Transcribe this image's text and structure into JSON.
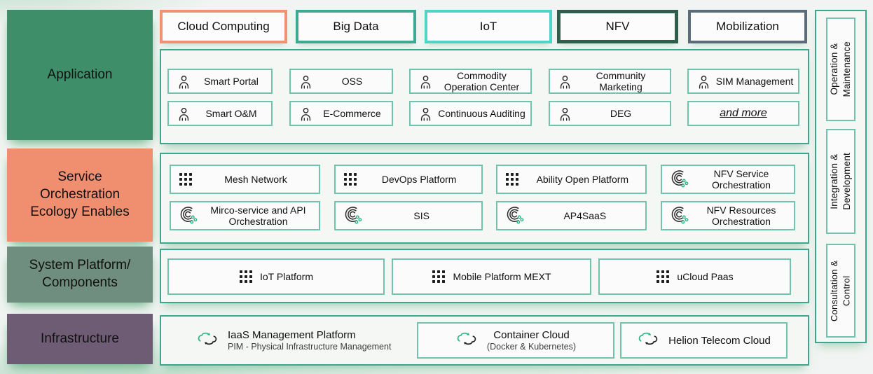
{
  "colors": {
    "canvas_bg": "#f1f4f2",
    "container_border": "#3da78d",
    "item_border": "#72c3ae",
    "accent_dot_green": "#2fb386",
    "glow_green": "rgba(106,180,135,0.6)"
  },
  "left_rail": {
    "items": [
      {
        "label": "Application",
        "bg": "#3e8e69"
      },
      {
        "label": "Service\nOrchestration\nEcology Enables",
        "bg": "#f08f70"
      },
      {
        "label": "System Platform/\nComponents",
        "bg": "#708e7f"
      },
      {
        "label": "Infrastructure",
        "bg": "#6e5b74"
      }
    ]
  },
  "top_categories": [
    {
      "label": "Cloud Computing",
      "border": "#ef9173"
    },
    {
      "label": "Big Data",
      "border": "#3ea892"
    },
    {
      "label": "IoT",
      "border": "#4fd4c7"
    },
    {
      "label": "NFV",
      "border": "#2d5f4c"
    },
    {
      "label": "Mobilization",
      "border": "#5a6b79"
    }
  ],
  "application": {
    "items": [
      {
        "label": "Smart Portal",
        "icon": "person-icon"
      },
      {
        "label": "OSS",
        "icon": "person-icon"
      },
      {
        "label": "Commodity Operation Center",
        "icon": "person-icon"
      },
      {
        "label": "Community Marketing",
        "icon": "person-icon"
      },
      {
        "label": "SIM Management",
        "icon": "person-icon"
      },
      {
        "label": "Smart O&M",
        "icon": "person-icon"
      },
      {
        "label": "E-Commerce",
        "icon": "person-icon"
      },
      {
        "label": "Continuous Auditing",
        "icon": "person-icon"
      },
      {
        "label": "DEG",
        "icon": "person-icon"
      },
      {
        "label": "and more",
        "icon": "none"
      }
    ]
  },
  "service_orchestration": {
    "items": [
      {
        "label": "Mesh Network",
        "icon": "grid-icon"
      },
      {
        "label": "DevOps Platform",
        "icon": "grid-icon"
      },
      {
        "label": "Ability Open Platform",
        "icon": "grid-icon"
      },
      {
        "label": "NFV Service Orchestration",
        "icon": "swirl-icon"
      },
      {
        "label": "Mirco-service and API Orchestration",
        "icon": "swirl-icon"
      },
      {
        "label": "SIS",
        "icon": "swirl-icon"
      },
      {
        "label": "AP4SaaS",
        "icon": "swirl-icon"
      },
      {
        "label": "NFV Resources Orchestration",
        "icon": "swirl-icon"
      }
    ]
  },
  "system_platform": {
    "items": [
      {
        "label": "IoT Platform",
        "icon": "grid-icon"
      },
      {
        "label": "Mobile Platform MEXT",
        "icon": "grid-icon"
      },
      {
        "label": "uCloud Paas",
        "icon": "grid-icon"
      }
    ]
  },
  "infrastructure": {
    "iaas": {
      "title": "IaaS Management Platform",
      "subtitle": "PIM - Physical Infrastructure Management",
      "icon": "cloud-sync-icon"
    },
    "container_cloud": {
      "title": "Container Cloud",
      "subtitle": "(Docker & Kubernetes)",
      "icon": "cloud-sync-icon"
    },
    "helion": {
      "title": "Helion Telecom Cloud",
      "icon": "cloud-sync-icon"
    }
  },
  "sidebar": {
    "items": [
      {
        "label": "Operation &\nMaintenance"
      },
      {
        "label": "Integration &\nDevelopment"
      },
      {
        "label": "Consultation & Control"
      }
    ]
  }
}
